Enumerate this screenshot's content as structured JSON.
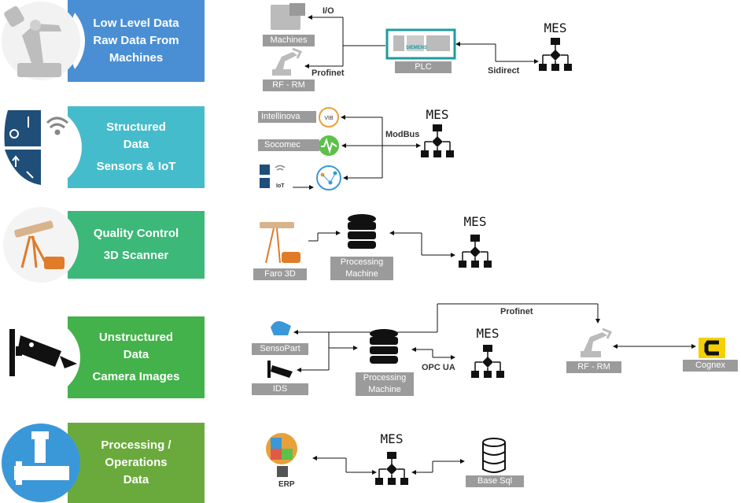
{
  "rows": [
    {
      "lines": [
        "Low Level Data",
        "Raw Data From",
        "Machines"
      ],
      "color": "#4a8fd4"
    },
    {
      "lines": [
        "Structured",
        "Data",
        "Sensors & IoT"
      ],
      "color": "#45bccb",
      "icon_text": "IoT"
    },
    {
      "lines": [
        "Quality Control",
        "3D Scanner"
      ],
      "color": "#3cb878"
    },
    {
      "lines": [
        "Unstructured",
        "Data",
        "Camera Images"
      ],
      "color": "#43b24a"
    },
    {
      "lines": [
        "Processing /",
        "Operations",
        "Data"
      ],
      "color": "#6aaa3c"
    }
  ],
  "row1": {
    "io_label": "I/O",
    "machines": "Machines",
    "rfrm": "RF - RM",
    "profinet": "Profinet",
    "plc": "PLC",
    "plc_brand": "SIEMENS",
    "sidirect": "Sidirect",
    "mes": "MES"
  },
  "row2": {
    "intellinova": "Intellinova",
    "socomec": "Socomec",
    "modbus": "ModBus",
    "iot_small": "IoT",
    "mes": "MES"
  },
  "row3": {
    "faro": "Faro 3D",
    "processing": "Processing Machine",
    "mes": "MES"
  },
  "row4": {
    "sensopart": "SensoPart",
    "ids": "IDS",
    "processing": "Processing Machine",
    "opcua": "OPC UA",
    "profinet": "Profinet",
    "rfrm": "RF - RM",
    "cognex": "Cognex",
    "mes": "MES"
  },
  "row5": {
    "erp": "ERP",
    "base_sql": "Base Sql",
    "mes": "MES"
  },
  "icons": [
    "robot-arm-icon",
    "sensor-icon",
    "wifi-icon",
    "scanner-icon",
    "camera-icon",
    "pipe-icon",
    "machine-icon",
    "database-icon",
    "mes-flow-icon",
    "cognex-logo-icon"
  ]
}
